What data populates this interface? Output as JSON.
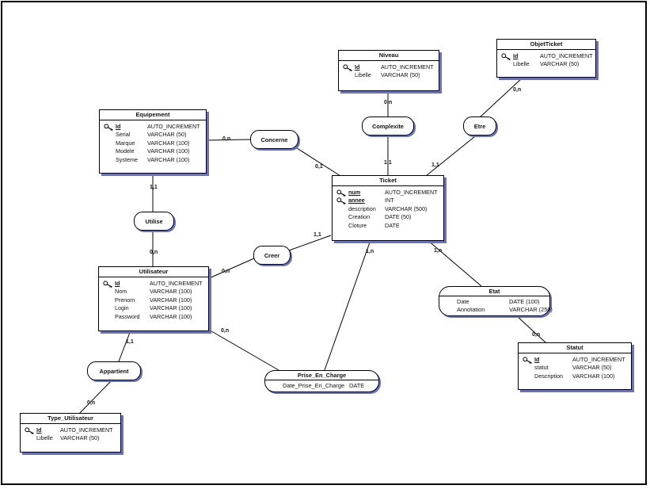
{
  "entities": {
    "niveau": {
      "title": "Niveau",
      "attrs": [
        {
          "name": "Id",
          "type": "AUTO_INCREMENT",
          "pk": true
        },
        {
          "name": "Libelle",
          "type": "VARCHAR (50)"
        }
      ]
    },
    "objetticket": {
      "title": "ObjetTicket",
      "attrs": [
        {
          "name": "Id",
          "type": "AUTO_INCREMENT",
          "pk": true
        },
        {
          "name": "Libelle",
          "type": "VARCHAR (50)"
        }
      ]
    },
    "equipement": {
      "title": "Equipement",
      "attrs": [
        {
          "name": "Id",
          "type": "AUTO_INCREMENT",
          "pk": true
        },
        {
          "name": "Serial",
          "type": "VARCHAR (50)"
        },
        {
          "name": "Marque",
          "type": "VARCHAR (100)"
        },
        {
          "name": "Modele",
          "type": "VARCHAR (100)"
        },
        {
          "name": "Systeme",
          "type": "VARCHAR (100)"
        }
      ]
    },
    "ticket": {
      "title": "Ticket",
      "attrs": [
        {
          "name": "num",
          "type": "AUTO_INCREMENT",
          "pk": true
        },
        {
          "name": "annee",
          "type": "INT",
          "pk": true
        },
        {
          "name": "description",
          "type": "VARCHAR (500)"
        },
        {
          "name": "Creation",
          "type": "DATE (50)"
        },
        {
          "name": "Cloture",
          "type": "DATE"
        }
      ]
    },
    "utilisateur": {
      "title": "Utilisateur",
      "attrs": [
        {
          "name": "Id",
          "type": "AUTO_INCREMENT",
          "pk": true
        },
        {
          "name": "Nom",
          "type": "VARCHAR (100)"
        },
        {
          "name": "Prenom",
          "type": "VARCHAR (100)"
        },
        {
          "name": "Login",
          "type": "VARCHAR (100)"
        },
        {
          "name": "Password",
          "type": "VARCHAR (100)"
        }
      ]
    },
    "statut": {
      "title": "Statut",
      "attrs": [
        {
          "name": "Id",
          "type": "AUTO_INCREMENT",
          "pk": true
        },
        {
          "name": "statut",
          "type": "VARCHAR (50)"
        },
        {
          "name": "Description",
          "type": "VARCHAR (100)"
        }
      ]
    },
    "type_utilisateur": {
      "title": "Type_Utilisateur",
      "attrs": [
        {
          "name": "Id",
          "type": "AUTO_INCREMENT",
          "pk": true
        },
        {
          "name": "Libelle",
          "type": "VARCHAR (50)"
        }
      ]
    }
  },
  "relations": {
    "complexite": {
      "title": "Complexite",
      "attrs": []
    },
    "etre": {
      "title": "Etre",
      "attrs": []
    },
    "concerne": {
      "title": "Concerne",
      "attrs": []
    },
    "utilise": {
      "title": "Utilise",
      "attrs": []
    },
    "creer": {
      "title": "Creer",
      "attrs": []
    },
    "appartient": {
      "title": "Appartient",
      "attrs": []
    },
    "etat": {
      "title": "Etat",
      "attrs": [
        {
          "name": "Date",
          "type": "DATE (100)"
        },
        {
          "name": "Annotation",
          "type": "VARCHAR (250)"
        }
      ]
    },
    "prise_en_charge": {
      "title": "Prise_En_Charge",
      "attrs": [
        {
          "name": "Date_Prise_En_Charge",
          "type": "DATE"
        }
      ]
    }
  },
  "cardinalities": {
    "niveau_complexite": "0,n",
    "complexite_ticket": "1,1",
    "objetticket_etre": "0,n",
    "etre_ticket": "1,1",
    "equipement_concerne": "0,n",
    "concerne_ticket": "0,1",
    "equipement_utilise": "1,1",
    "utilise_utilisateur": "0,n",
    "creer_ticket": "1,1",
    "utilisateur_creer": "0,n",
    "ticket_prise": "1,n",
    "ticket_etat": "1,n",
    "etat_statut": "0,n",
    "utilisateur_prise": "0,n",
    "utilisateur_appartient": "1,1",
    "appartient_type": "0,n"
  },
  "colors": {
    "shadow": "#6b73b8",
    "line": "#000000"
  }
}
